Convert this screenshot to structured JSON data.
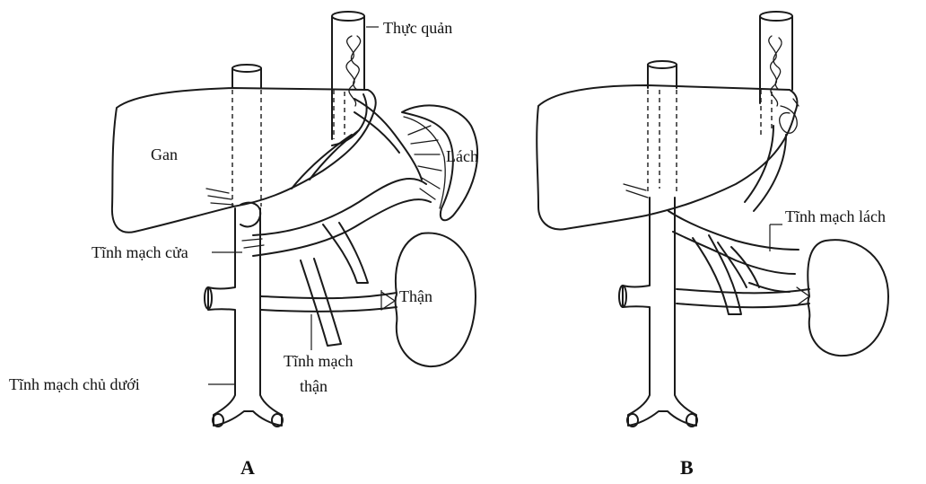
{
  "labels": {
    "esophagus": "Thực quản",
    "liver": "Gan",
    "spleen": "Lách",
    "portal_vein": "Tĩnh mạch cửa",
    "kidney": "Thận",
    "renal_vein": "Tĩnh mạch\nthận",
    "ivc": "Tĩnh mạch chủ dưới",
    "splenic_vein": "Tĩnh mạch lách",
    "panel_a": "A",
    "panel_b": "B"
  },
  "colors": {
    "ink": "#1a1a1a",
    "background": "#ffffff"
  }
}
